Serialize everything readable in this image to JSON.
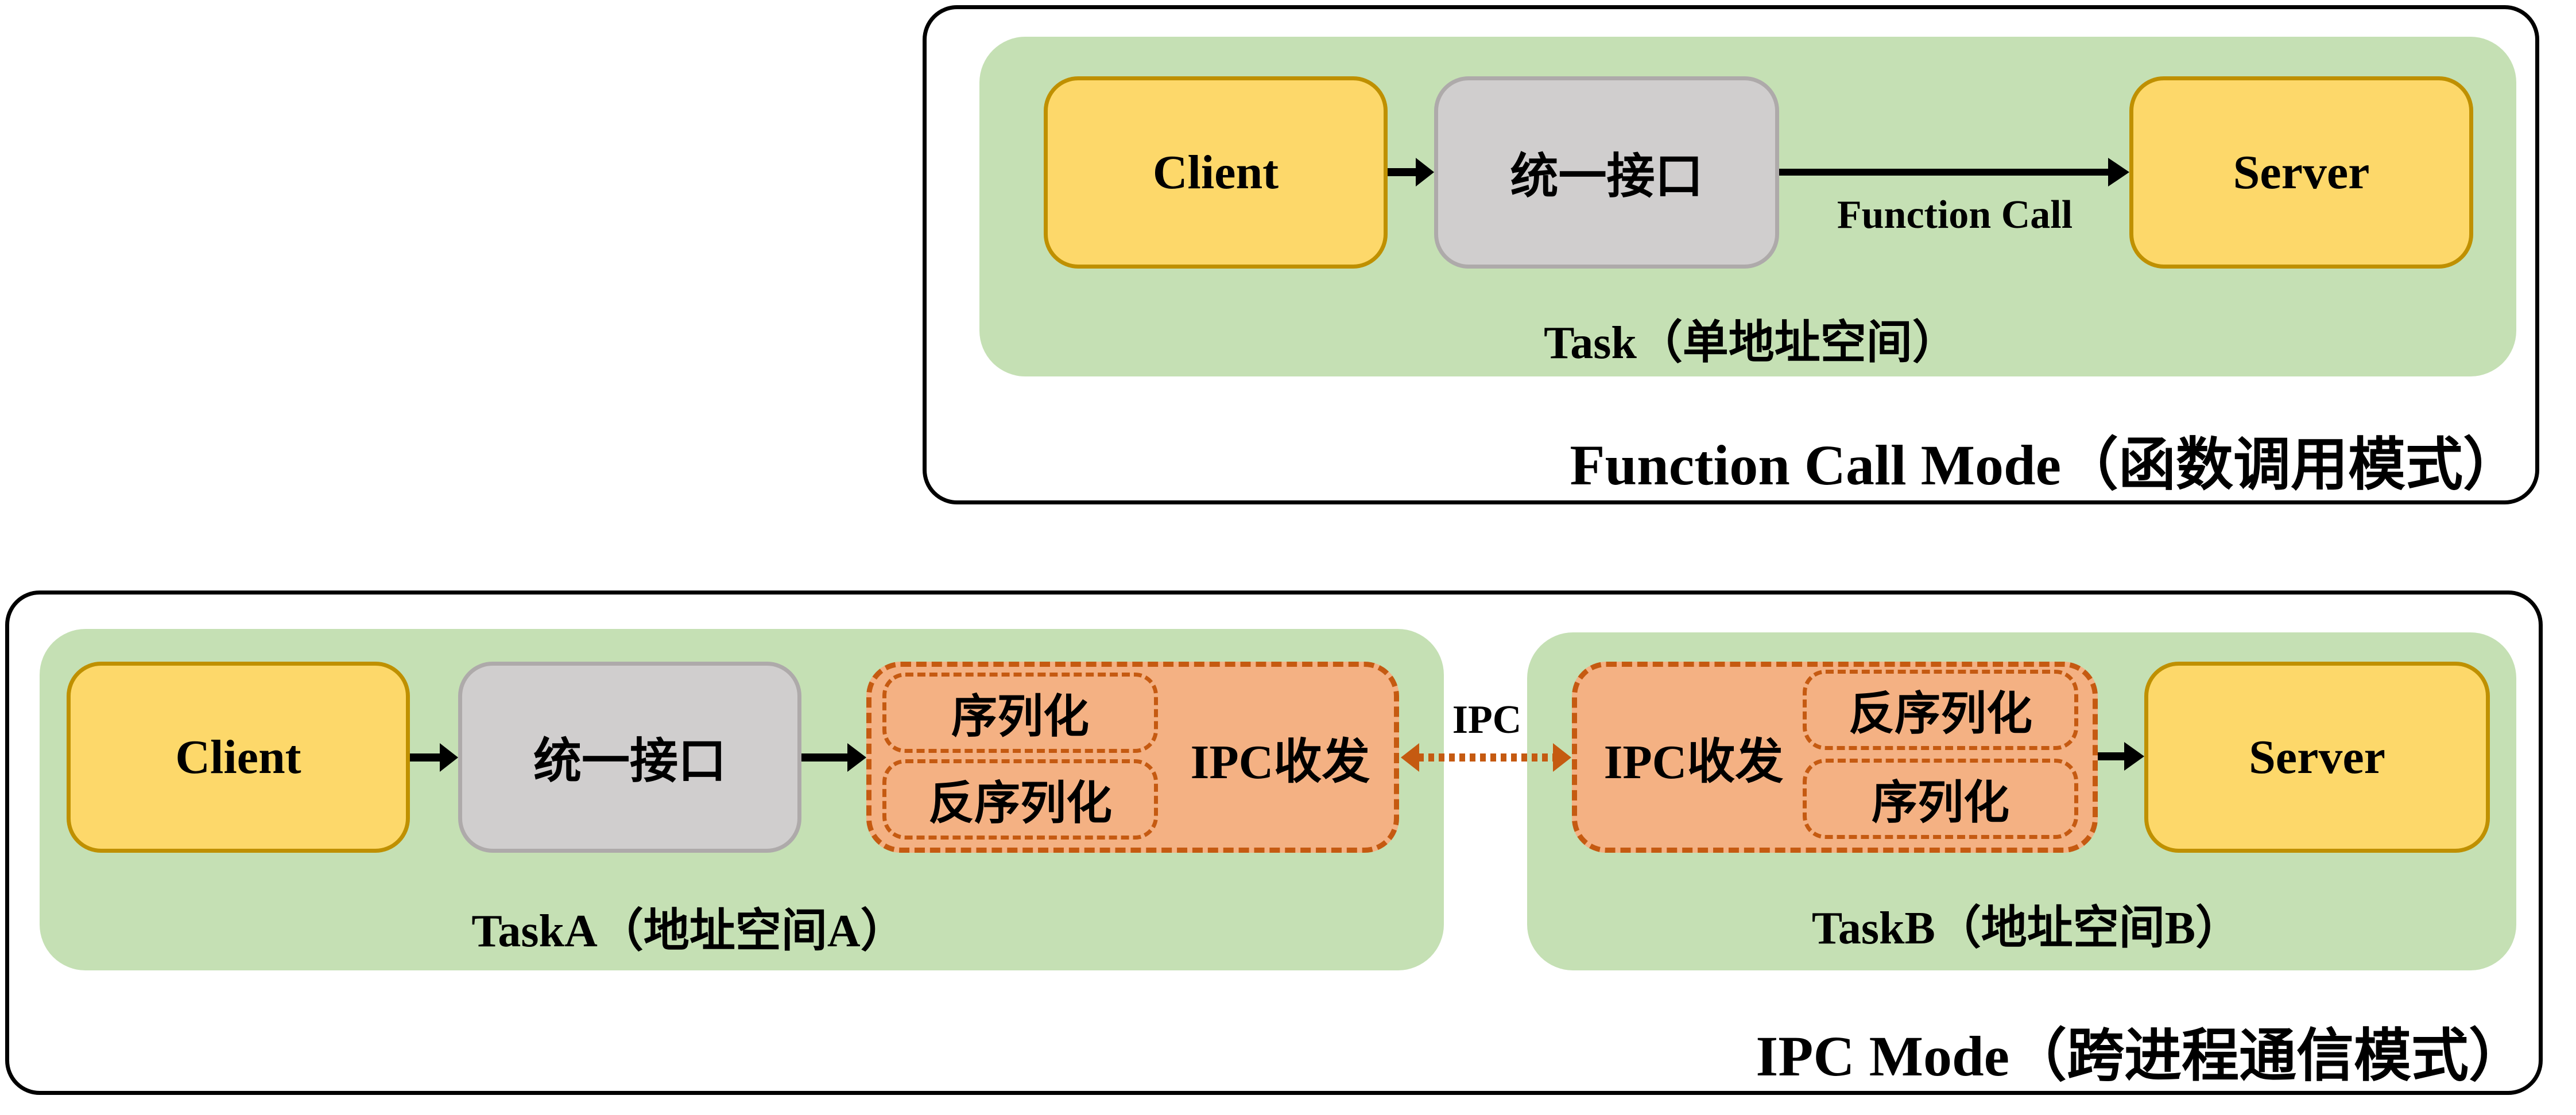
{
  "function_call_mode": {
    "title": "Function Call Mode（函数调用模式）",
    "task_label": "Task（单地址空间）",
    "client": "Client",
    "interface": "统一接口",
    "server": "Server",
    "edge_label": "Function Call"
  },
  "ipc_mode": {
    "title": "IPC Mode（跨进程通信模式）",
    "task_a": {
      "label": "TaskA（地址空间A）",
      "client": "Client",
      "interface": "统一接口",
      "serialize": "序列化",
      "deserialize": "反序列化",
      "transceiver": "IPC收发"
    },
    "task_b": {
      "label": "TaskB（地址空间B）",
      "transceiver": "IPC收发",
      "deserialize": "反序列化",
      "serialize": "序列化",
      "server": "Server"
    },
    "link_label": "IPC"
  },
  "colors": {
    "task_bg": "#c5e0b4",
    "endpoint_fill": "#fdd86a",
    "endpoint_border": "#bf9000",
    "interface_fill": "#d0cece",
    "interface_border": "#aeaaaa",
    "ipc_fill": "#f4b183",
    "ipc_border": "#c55a11"
  }
}
